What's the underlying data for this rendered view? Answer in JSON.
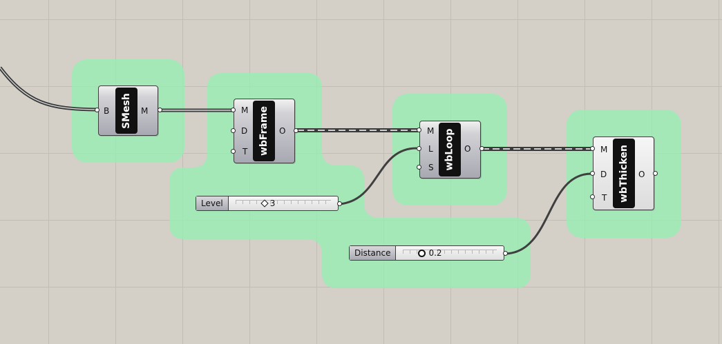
{
  "canvas": {
    "group_color": "#96eeb4",
    "background": "#d4d0c8"
  },
  "components": {
    "smesh": {
      "nickname": "SMesh",
      "inputs": [
        "B"
      ],
      "outputs": [
        "M"
      ]
    },
    "wbframe": {
      "nickname": "wbFrame",
      "inputs": [
        "M",
        "D",
        "T"
      ],
      "outputs": [
        "O"
      ]
    },
    "wbloop": {
      "nickname": "wbLoop",
      "inputs": [
        "M",
        "L",
        "S"
      ],
      "outputs": [
        "O"
      ]
    },
    "wbthicken": {
      "nickname": "wbThicken",
      "inputs": [
        "M",
        "D",
        "T"
      ],
      "outputs": [
        "O"
      ]
    }
  },
  "sliders": {
    "level": {
      "label": "Level",
      "value": "3",
      "marker": "diamond-icon"
    },
    "distance": {
      "label": "Distance",
      "value": "0.2",
      "marker": "ring-icon"
    }
  }
}
